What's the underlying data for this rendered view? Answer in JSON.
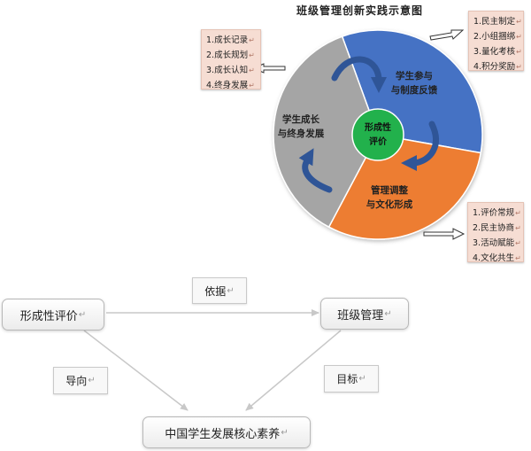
{
  "title": "班级管理创新实践示意图",
  "pie": {
    "center": [
      "形成性",
      "评价"
    ],
    "segments": [
      {
        "lines": [
          "学生参与",
          "与制度反馈"
        ],
        "color": "#4472c4"
      },
      {
        "lines": [
          "管理调整",
          "与文化形成"
        ],
        "color": "#ed7d31"
      },
      {
        "lines": [
          "学生成长",
          "与终身发展"
        ],
        "color": "#a5a5a5"
      }
    ],
    "center_color": "#22b14c",
    "arrow_color": "#2f5597"
  },
  "boxes": {
    "top_left": [
      "1.成长记录",
      "2.成长规划",
      "3.成长认知",
      "4.终身发展"
    ],
    "top_right": [
      "1.民主制定",
      "2.小组捆绑",
      "3.量化考核",
      "4.积分奖励"
    ],
    "bottom_right": [
      "1.评价常规",
      "2.民主协商",
      "3.活动赋能",
      "4.文化共生"
    ]
  },
  "flow": {
    "nodes": {
      "formative": "形成性评价",
      "class_mgmt": "班级管理",
      "core": "中国学生发展核心素养"
    },
    "labels": {
      "basis": "依据",
      "guide": "导向",
      "goal": "目标"
    }
  },
  "mark": "↵"
}
